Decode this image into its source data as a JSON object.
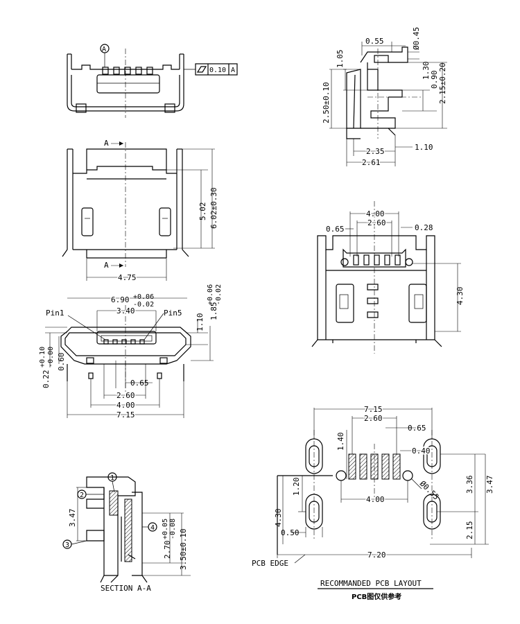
{
  "front_view": {
    "datum_ref": "A",
    "flatness_tol": "0.10",
    "flatness_datum": "A"
  },
  "top_view": {
    "section_label": "A",
    "dim_height_inner": "5.02",
    "dim_height_total": "6.02±0.30",
    "dim_width": "4.75"
  },
  "bottom_view": {
    "pin1": "Pin1",
    "pin5": "Pin5",
    "dim_690_main": "6.90",
    "dim_690_plus": "+0.06",
    "dim_690_minus": "-0.02",
    "dim_340": "3.40",
    "dim_185_main": "1.85",
    "dim_185_plus": "+0.06",
    "dim_185_minus": "-0.02",
    "dim_110": "1.10",
    "dim_022_main": "0.22",
    "dim_022_plus": "+0.10",
    "dim_022_minus": "-0.00",
    "dim_060": "0.60",
    "dim_065": "0.65",
    "dim_260": "2.60",
    "dim_400": "4.00",
    "dim_715": "7.15"
  },
  "section_view": {
    "label": "SECTION A-A",
    "callouts": [
      "1",
      "2",
      "3",
      "4"
    ],
    "dim_347": "3.47",
    "dim_270_main": "2.70",
    "dim_270_plus": "+0.05",
    "dim_270_minus": "-0.08",
    "dim_350": "3.50±0.10"
  },
  "side_view": {
    "dim_055": "0.55",
    "dim_045": "Ø0.45",
    "dim_105": "1.05",
    "dim_250": "2.50±0.10",
    "dim_130": "1.30",
    "dim_090": "0.90",
    "dim_215": "2.15±0.20",
    "dim_235": "2.35",
    "dim_110": "1.10",
    "dim_261": "2.61"
  },
  "iso_view": {
    "dim_400": "4.00",
    "dim_260": "2.60",
    "dim_065": "0.65",
    "dim_028": "0.28",
    "dim_430": "4.30"
  },
  "pcb_layout": {
    "dim_715": "7.15",
    "dim_260": "2.60",
    "dim_065": "0.65",
    "dim_140": "1.40",
    "dim_040": "0.40",
    "dim_120": "1.20",
    "dim_400": "4.00",
    "dim_055": "Ø0.55",
    "dim_430": "4.30",
    "dim_050": "0.50",
    "dim_336": "3.36",
    "dim_347": "3.47",
    "dim_215": "2.15",
    "dim_720": "7.20",
    "edge_label": "PCB EDGE",
    "title": "RECOMMANDED PCB LAYOUT",
    "subtitle": "PCB图仅供参考"
  }
}
